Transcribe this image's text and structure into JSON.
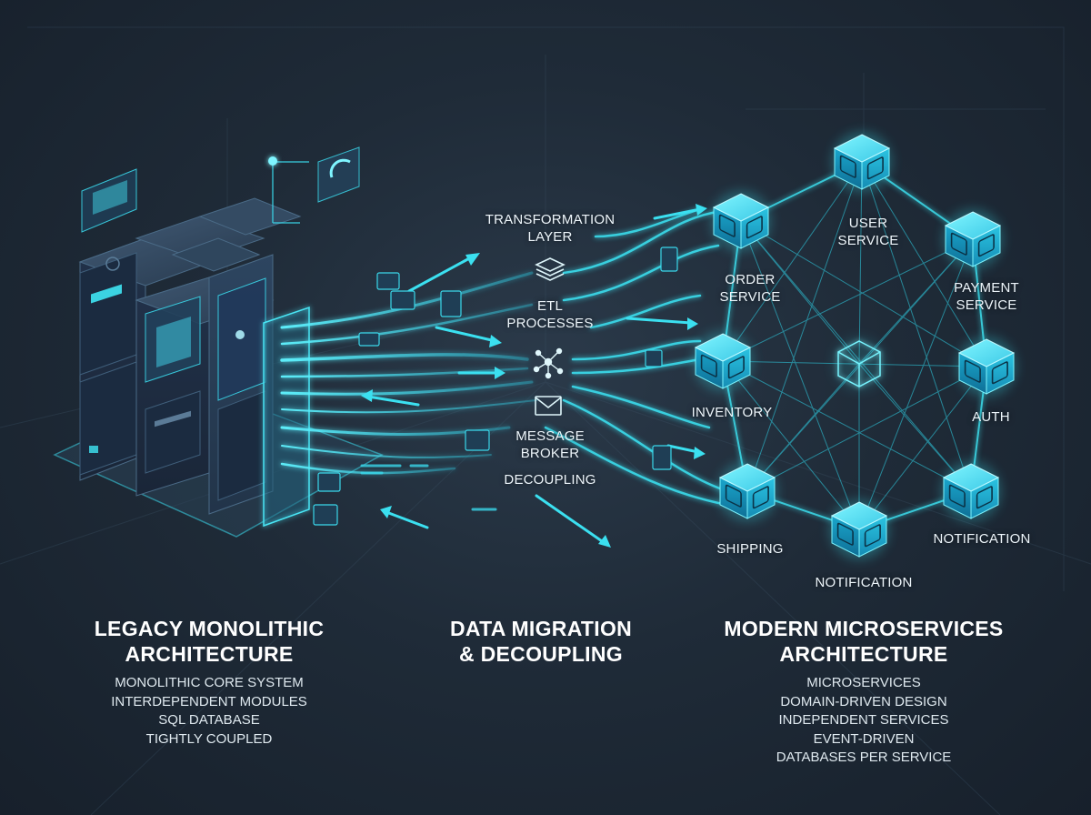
{
  "colors": {
    "accent": "#39e6f5",
    "accent_dark": "#1b8fb0",
    "server_dark": "#2c3f55",
    "background": "#1f2b38"
  },
  "middle": {
    "transformation_layer": [
      "TRANSFORMATION",
      "LAYER"
    ],
    "etl": [
      "ETL",
      "PROCESSES"
    ],
    "message_broker": [
      "MESSAGE",
      "BROKER"
    ],
    "decoupling": "DECOUPLING"
  },
  "services": {
    "user": [
      "USER",
      "SERVICE"
    ],
    "order": [
      "ORDER",
      "SERVICE"
    ],
    "payment": [
      "PAYMENT",
      "SERVICE"
    ],
    "inventory": "INVENTORY",
    "auth": "AUTH",
    "shipping": "SHIPPING",
    "notification_center": "NOTIFICATION",
    "notification_right": "NOTIFICATION"
  },
  "sections": {
    "legacy": {
      "title": [
        "LEGACY MONOLITHIC",
        "ARCHITECTURE"
      ],
      "items": [
        "MONOLITHIC CORE SYSTEM",
        "INTERDEPENDENT MODULES",
        "SQL DATABASE",
        "TIGHTLY COUPLED"
      ]
    },
    "migration": {
      "title": [
        "DATA MIGRATION",
        "& DECOUPLING"
      ]
    },
    "modern": {
      "title": [
        "MODERN MICROSERVICES",
        "ARCHITECTURE"
      ],
      "items": [
        "MICROSERVICES",
        "DOMAIN-DRIVEN DESIGN",
        "INDEPENDENT SERVICES",
        "EVENT-DRIVEN",
        "DATABASES PER SERVICE"
      ]
    }
  },
  "icons": {
    "transformation": "layers-icon",
    "etl": "network-nodes-icon",
    "broker": "envelope-icon",
    "user": "user-icon",
    "order": "cart-icon",
    "payment": "wallet-icon",
    "inventory": "inventory-icon",
    "auth": "lock-icon",
    "shipping": "box-icon",
    "notification": "bell-icon"
  }
}
